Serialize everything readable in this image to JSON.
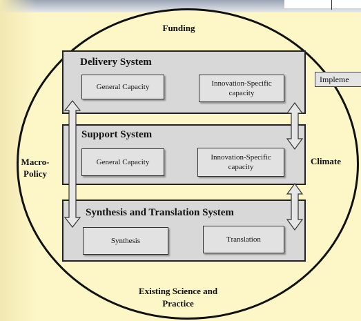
{
  "labels": {
    "funding": "Funding",
    "macro_policy_line1": "Macro-",
    "macro_policy_line2": "Policy",
    "climate": "Climate",
    "existing_science_line1": "Existing Science and",
    "existing_science_line2": "Practice",
    "implementation_partial": "Impleme"
  },
  "systems": {
    "delivery": {
      "title": "Delivery System",
      "general": "General Capacity",
      "innovation_line1": "Innovation-Specific",
      "innovation_line2": "capacity"
    },
    "support": {
      "title": "Support System",
      "general": "General Capacity",
      "innovation_line1": "Innovation-Specific",
      "innovation_line2": "capacity"
    },
    "synthesis": {
      "title": "Synthesis and Translation System",
      "synthesis": "Synthesis",
      "translation": "Translation"
    }
  },
  "colors": {
    "background": "#fdf6c6",
    "system_box": "#d8d8d8",
    "inner_box": "#e2e2e2",
    "outline": "#111111"
  }
}
